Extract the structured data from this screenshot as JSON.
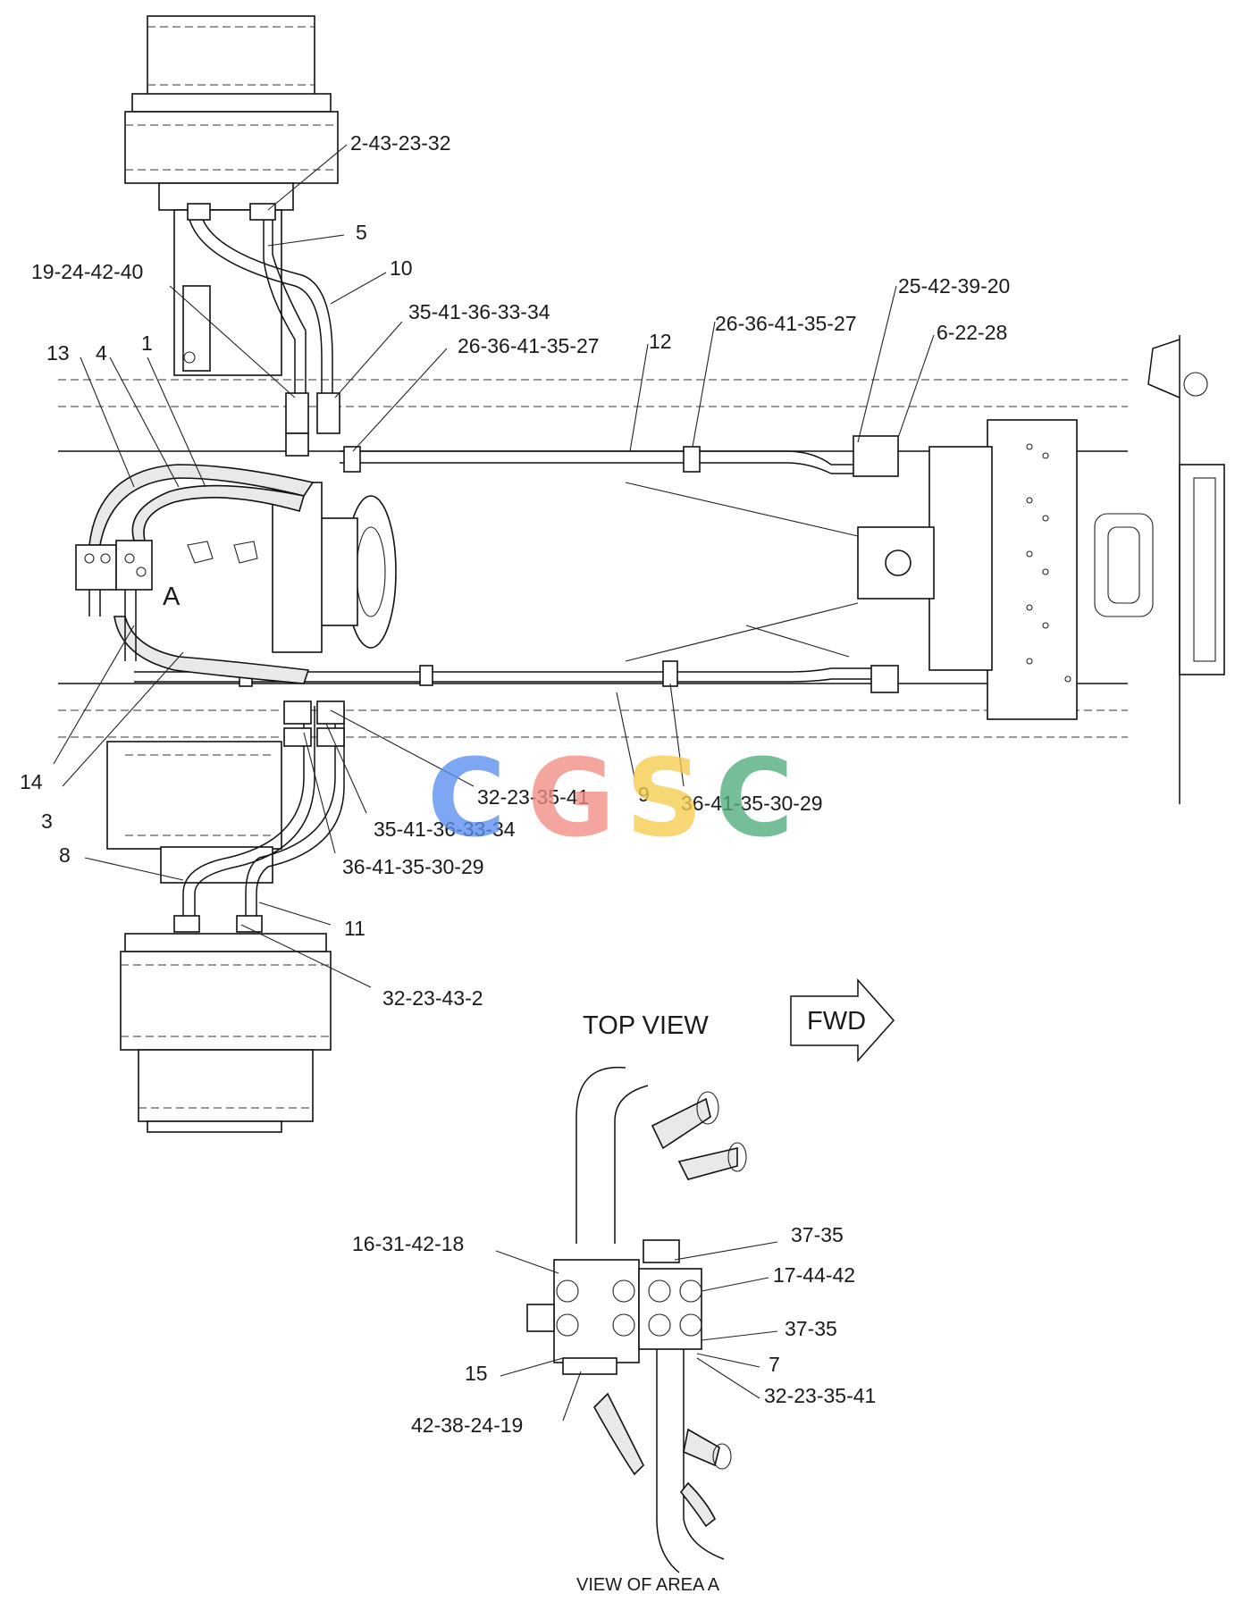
{
  "diagram": {
    "view_title": "TOP VIEW",
    "fwd_label": "FWD",
    "area_marker": "A",
    "detail_caption": "VIEW OF AREA A",
    "colors": {
      "line": "#111111",
      "background": "#ffffff"
    },
    "watermark": {
      "letters": [
        "C",
        "G",
        "S",
        "C"
      ],
      "colors": [
        "#5b8ff0",
        "#f08d84",
        "#f6cc4c",
        "#4fad7c"
      ]
    },
    "callouts": [
      "2-43-23-32",
      "5",
      "10",
      "19-24-42-40",
      "35-41-36-33-34",
      "25-42-39-20",
      "26-36-41-35-27",
      "6-22-28",
      "13",
      "4",
      "1",
      "26-36-41-35-27",
      "12",
      "14",
      "3",
      "32-23-35-41",
      "9",
      "36-41-35-30-29",
      "35-41-36-33-34",
      "36-41-35-30-29",
      "8",
      "11",
      "32-23-43-2"
    ],
    "detail_callouts": [
      "16-31-42-18",
      "37-35",
      "17-44-42",
      "37-35",
      "7",
      "15",
      "32-23-35-41",
      "42-38-24-19"
    ]
  }
}
